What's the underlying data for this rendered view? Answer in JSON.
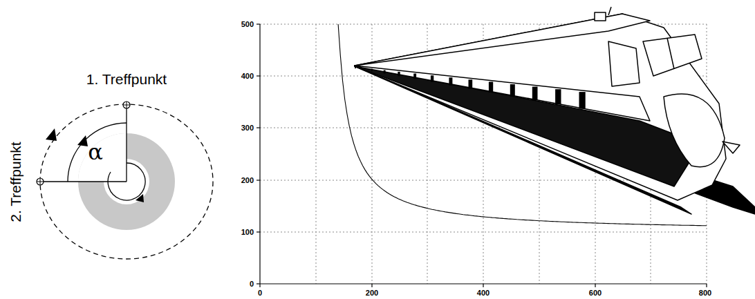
{
  "diagram": {
    "labels": [
      "1. Treffpunkt",
      "2. Treffpunkt",
      "α",
      "500",
      "400",
      "300",
      "200",
      "100",
      "0",
      "0",
      "200",
      "400",
      "600",
      "800"
    ]
  }
}
